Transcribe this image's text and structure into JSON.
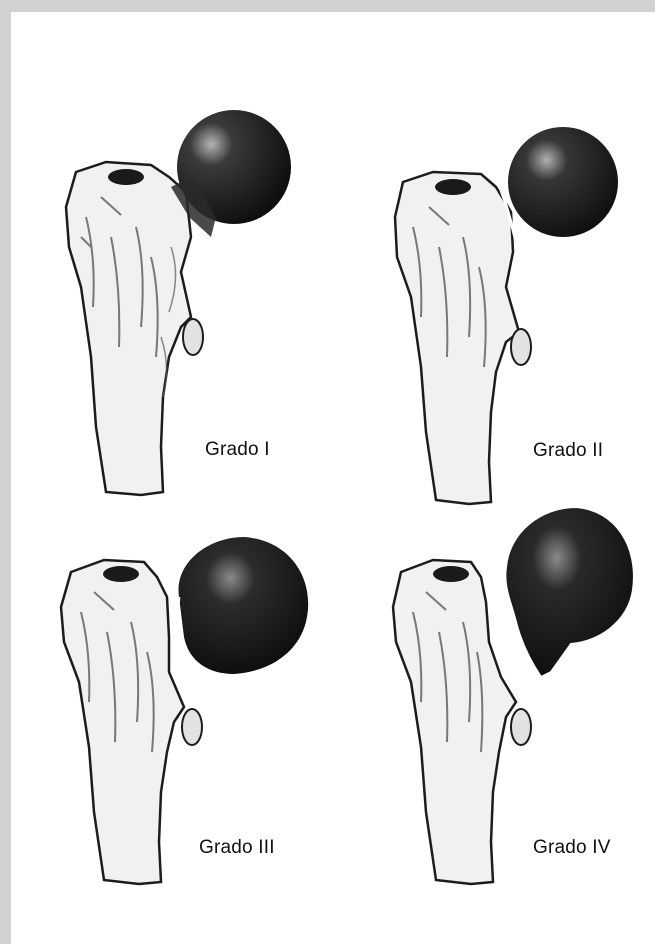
{
  "figure": {
    "panels": [
      {
        "label": "Grado I",
        "head_offset": "none"
      },
      {
        "label": "Grado II",
        "head_offset": "slight"
      },
      {
        "label": "Grado III",
        "head_offset": "moderate"
      },
      {
        "label": "Grado IV",
        "head_offset": "complete"
      }
    ]
  },
  "colors": {
    "bone_fill": "#f1f1f1",
    "bone_outline": "#1c1c1c",
    "bone_shading": "#5a5a5a",
    "head_dark": "#141414",
    "head_highlight": "#9a9a9a",
    "page_border": "#d2d2d2"
  }
}
